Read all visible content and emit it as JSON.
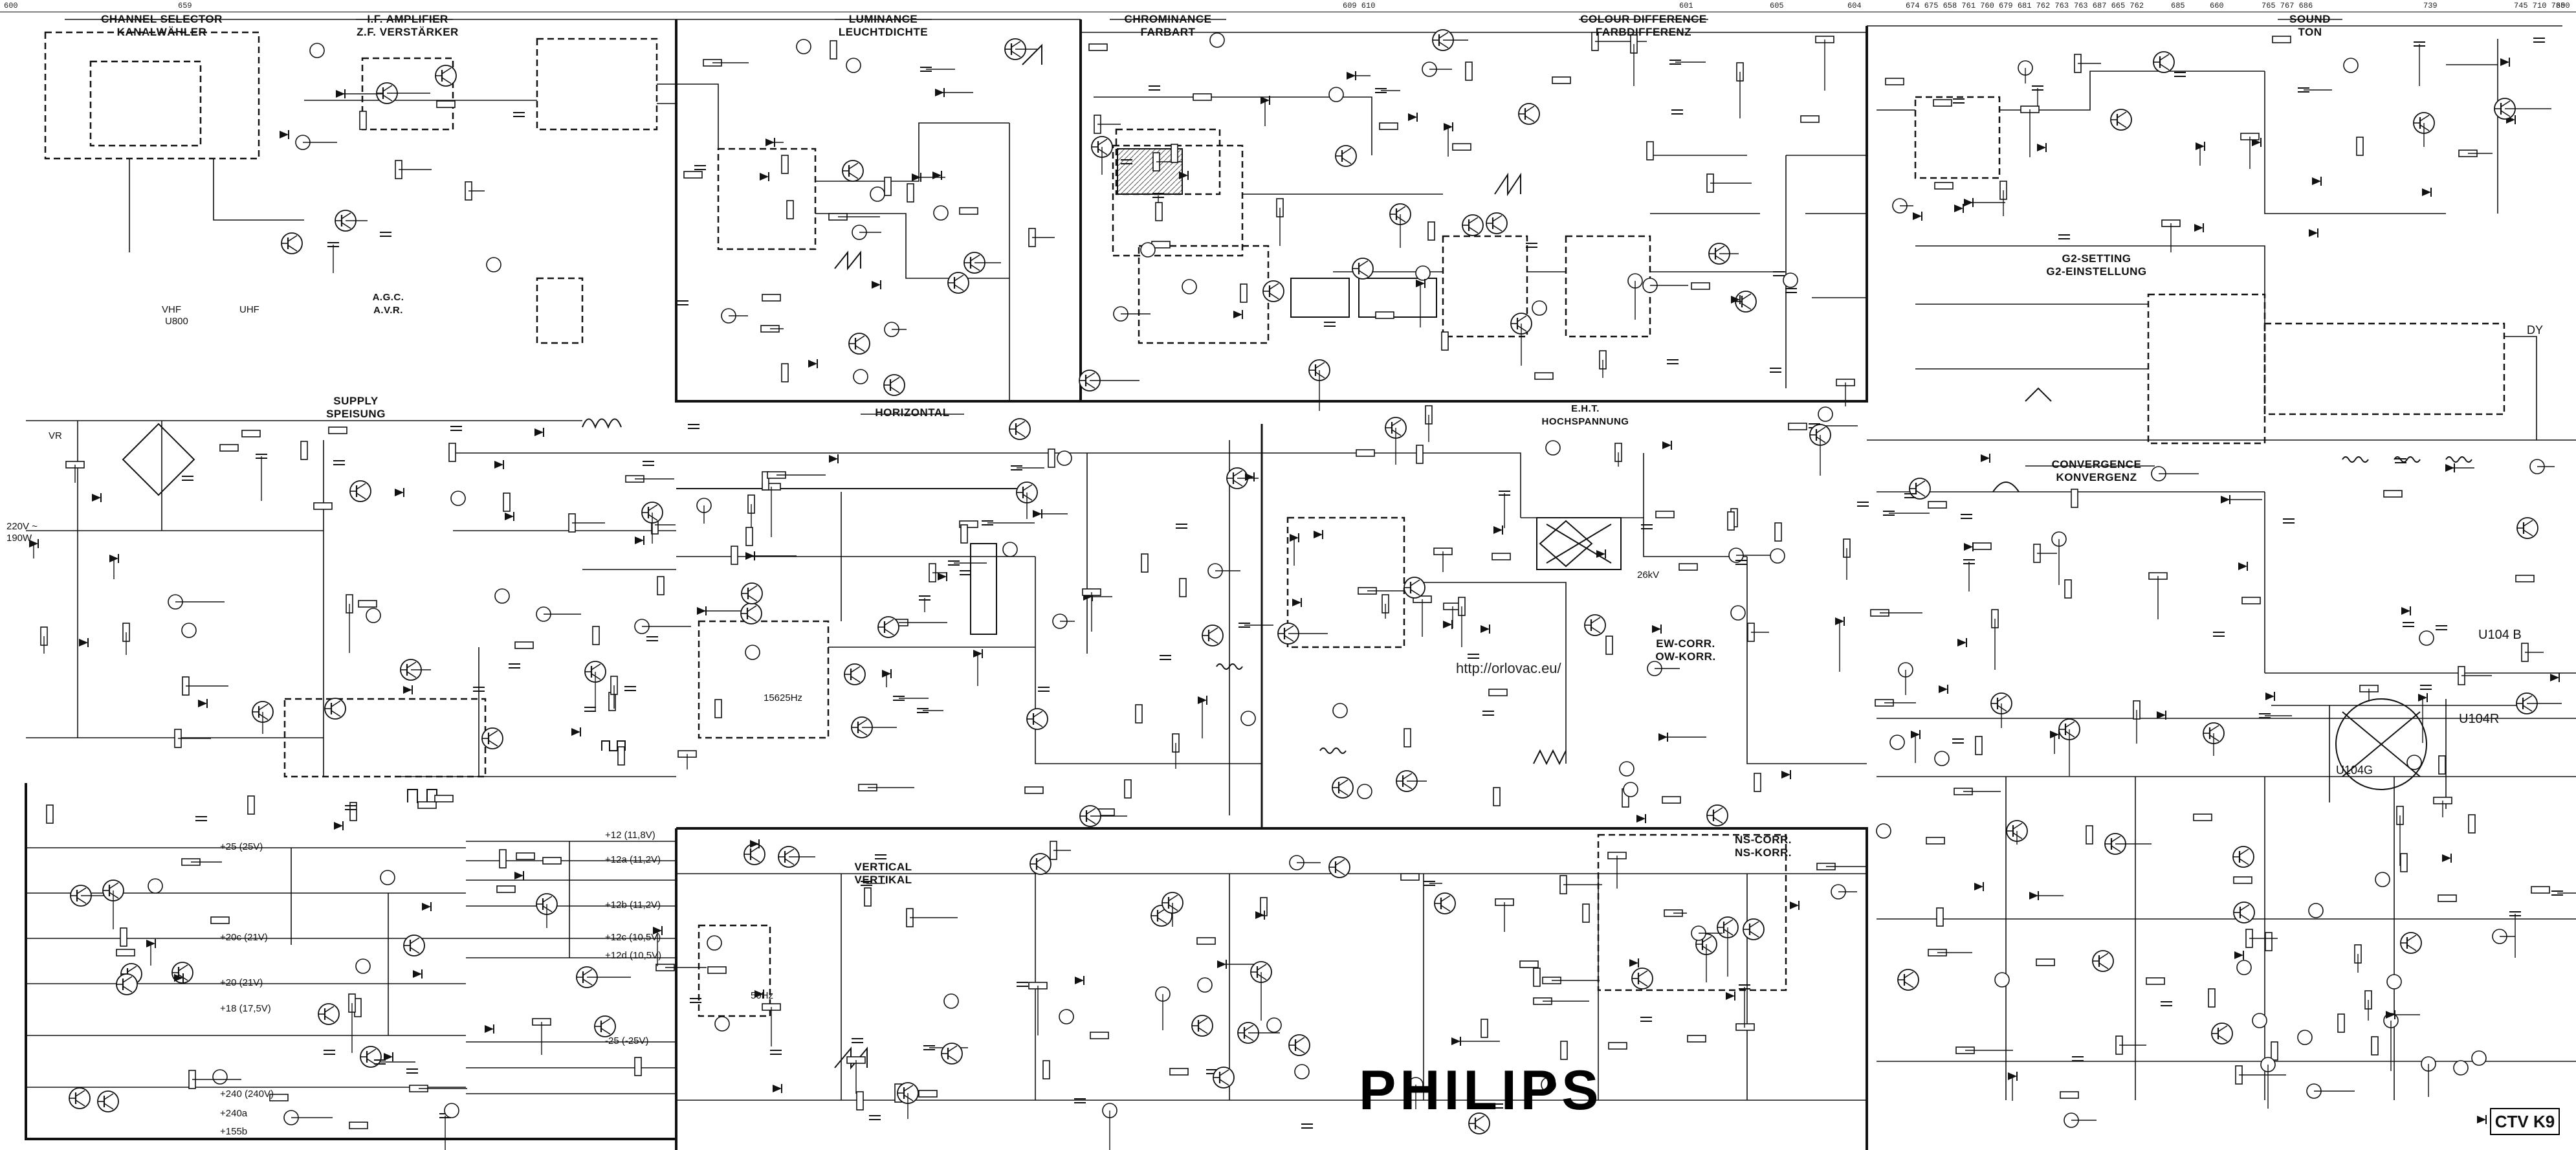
{
  "ruler": {
    "left": [
      "600",
      "659",
      "609 610",
      "601",
      "605",
      "604",
      "674 675 658 761 760 679 681 762 763",
      "763 687 665 762",
      "685",
      "660",
      "765 767 686",
      "739",
      "745 710 735",
      "600"
    ]
  },
  "sections": [
    {
      "id": "channel-selector",
      "en": "CHANNEL SELECTOR",
      "de": "KANALWÄHLER"
    },
    {
      "id": "if-amplifier",
      "en": "I.F. AMPLIFIER",
      "de": "Z.F. VERSTÄRKER"
    },
    {
      "id": "luminance",
      "en": "LUMINANCE",
      "de": "LEUCHTDICHTE"
    },
    {
      "id": "chrominance",
      "en": "CHROMINANCE",
      "de": "FARBART"
    },
    {
      "id": "colour-difference",
      "en": "COLOUR DIFFERENCE",
      "de": "FARBDIFFERENZ"
    },
    {
      "id": "sound",
      "en": "SOUND",
      "de": "TON"
    },
    {
      "id": "agc",
      "en": "A.G.C.",
      "de": "A.V.R."
    },
    {
      "id": "supply",
      "en": "SUPPLY",
      "de": "SPEISUNG"
    },
    {
      "id": "horizontal",
      "en": "HORIZONTAL",
      "de": ""
    },
    {
      "id": "eht",
      "en": "E.H.T.",
      "de": "HOCHSPANNUNG"
    },
    {
      "id": "g2-setting",
      "en": "G2-SETTING",
      "de": "G2-EINSTELLUNG"
    },
    {
      "id": "convergence",
      "en": "CONVERGENCE",
      "de": "KONVERGENZ"
    },
    {
      "id": "ew-corr",
      "en": "EW-CORR.",
      "de": "OW-KORR."
    },
    {
      "id": "vertical",
      "en": "VERTICAL",
      "de": "VERTIKAL"
    },
    {
      "id": "ns-corr",
      "en": "NS-CORR.",
      "de": "NS-KORR."
    }
  ],
  "brand": "PHILIPS",
  "model": "CTV K9",
  "url": "http://orlovac.eu/",
  "rails": [
    "+25 (25V)",
    "+12 (11,8V)",
    "+12a (11,2V)",
    "+12b (11,2V)",
    "+12c (10,5V)",
    "+12d (10,5V)",
    "+20c (21V)",
    "+20 (21V)",
    "+18 (17,5V)",
    "-25 (-25V)",
    "+240 (240V)",
    "+240a",
    "+155b"
  ],
  "labels": {
    "mains": "220V ~ 190W",
    "freq_h": "15625Hz",
    "freq_v": "50Hz",
    "u104b": "U104 B",
    "u104r": "U104R",
    "u104g": "U104G",
    "dy": "DY",
    "u800": "U800",
    "uhf": "UHF",
    "vhf": "VHF",
    "vr": "VR",
    "eht_volt": "26kV"
  },
  "colors": {
    "ink": "#111111",
    "paper": "#ffffff"
  }
}
